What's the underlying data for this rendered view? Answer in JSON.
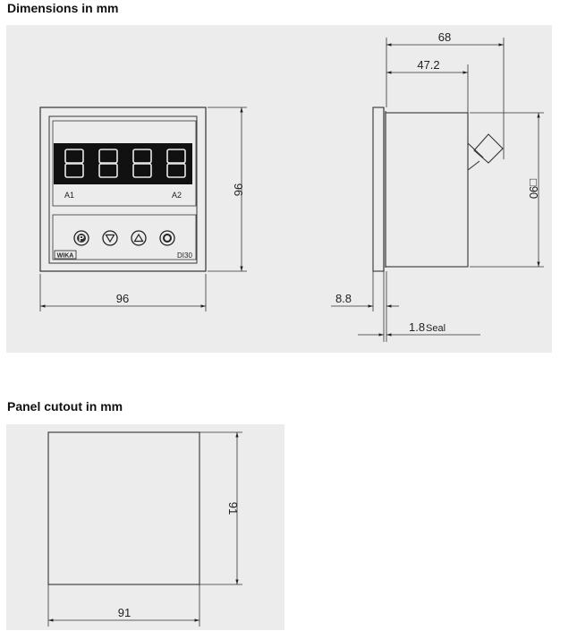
{
  "dimensions": {
    "title": "Dimensions in mm",
    "front_width": "96",
    "front_height": "96",
    "display_digits": [
      "8",
      "8",
      "8",
      "8"
    ],
    "label_a1": "A1",
    "label_a2": "A2",
    "buttons": [
      "P",
      "▽",
      "△",
      "O"
    ],
    "brand": "WIKA",
    "model": "DI30",
    "depth_total": "68",
    "depth_body": "47.2",
    "side_height": "□90",
    "bezel": "8.8",
    "seal": "1.8",
    "seal_label": "Seal"
  },
  "cutout": {
    "title": "Panel cutout in mm",
    "width": "91",
    "height": "91"
  }
}
